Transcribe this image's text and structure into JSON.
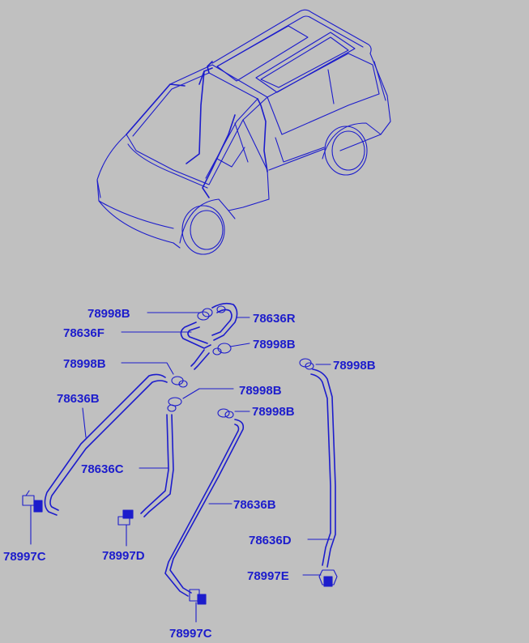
{
  "colors": {
    "background": "#c0c0c0",
    "line": "#1c1ccc"
  },
  "diagram": {
    "illustration": "vehicle-windshield-washer-hose-layout",
    "labels": {
      "clip_78998b_1": "78998B",
      "hose_78636r": "78636R",
      "hose_78636f": "78636F",
      "clip_78998b_2": "78998B",
      "clip_78998b_3": "78998B",
      "clip_78998b_4": "78998B",
      "hose_78636b_1": "78636B",
      "clip_78998b_5": "78998B",
      "clip_78998b_6": "78998B",
      "hose_78636c": "78636C",
      "hose_78636b_2": "78636B",
      "hose_78636d": "78636D",
      "joint_78997c_1": "78997C",
      "joint_78997d": "78997D",
      "joint_78997e": "78997E",
      "joint_78997c_2": "78997C"
    }
  }
}
